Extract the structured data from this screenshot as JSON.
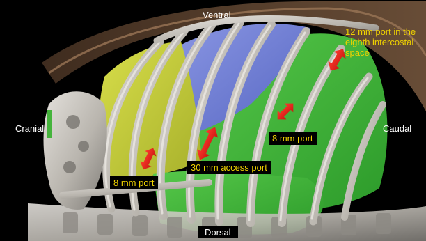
{
  "orientation": {
    "top": "Ventral",
    "bottom": "Dorsal",
    "left": "Cranial",
    "right": "Caudal"
  },
  "ports": [
    {
      "id": "port-12mm",
      "label": "12 mm port in the eighth intercostal space"
    },
    {
      "id": "port-8mm-right",
      "label": "8 mm port"
    },
    {
      "id": "port-30mm",
      "label": "30 mm access port"
    },
    {
      "id": "port-8mm-left",
      "label": "8 mm port"
    }
  ],
  "colors": {
    "background": "#000000",
    "bone": "#c9c6c1",
    "lung_yellow": "#c8d23a",
    "lung_blue": "#6f7fd6",
    "lung_green": "#3fb83a",
    "arrow_red": "#e8211a",
    "label_text": "#f0d200",
    "orientation_text": "#ffffff"
  },
  "icons": {
    "port_marker": "double-headed-arrow-icon"
  }
}
